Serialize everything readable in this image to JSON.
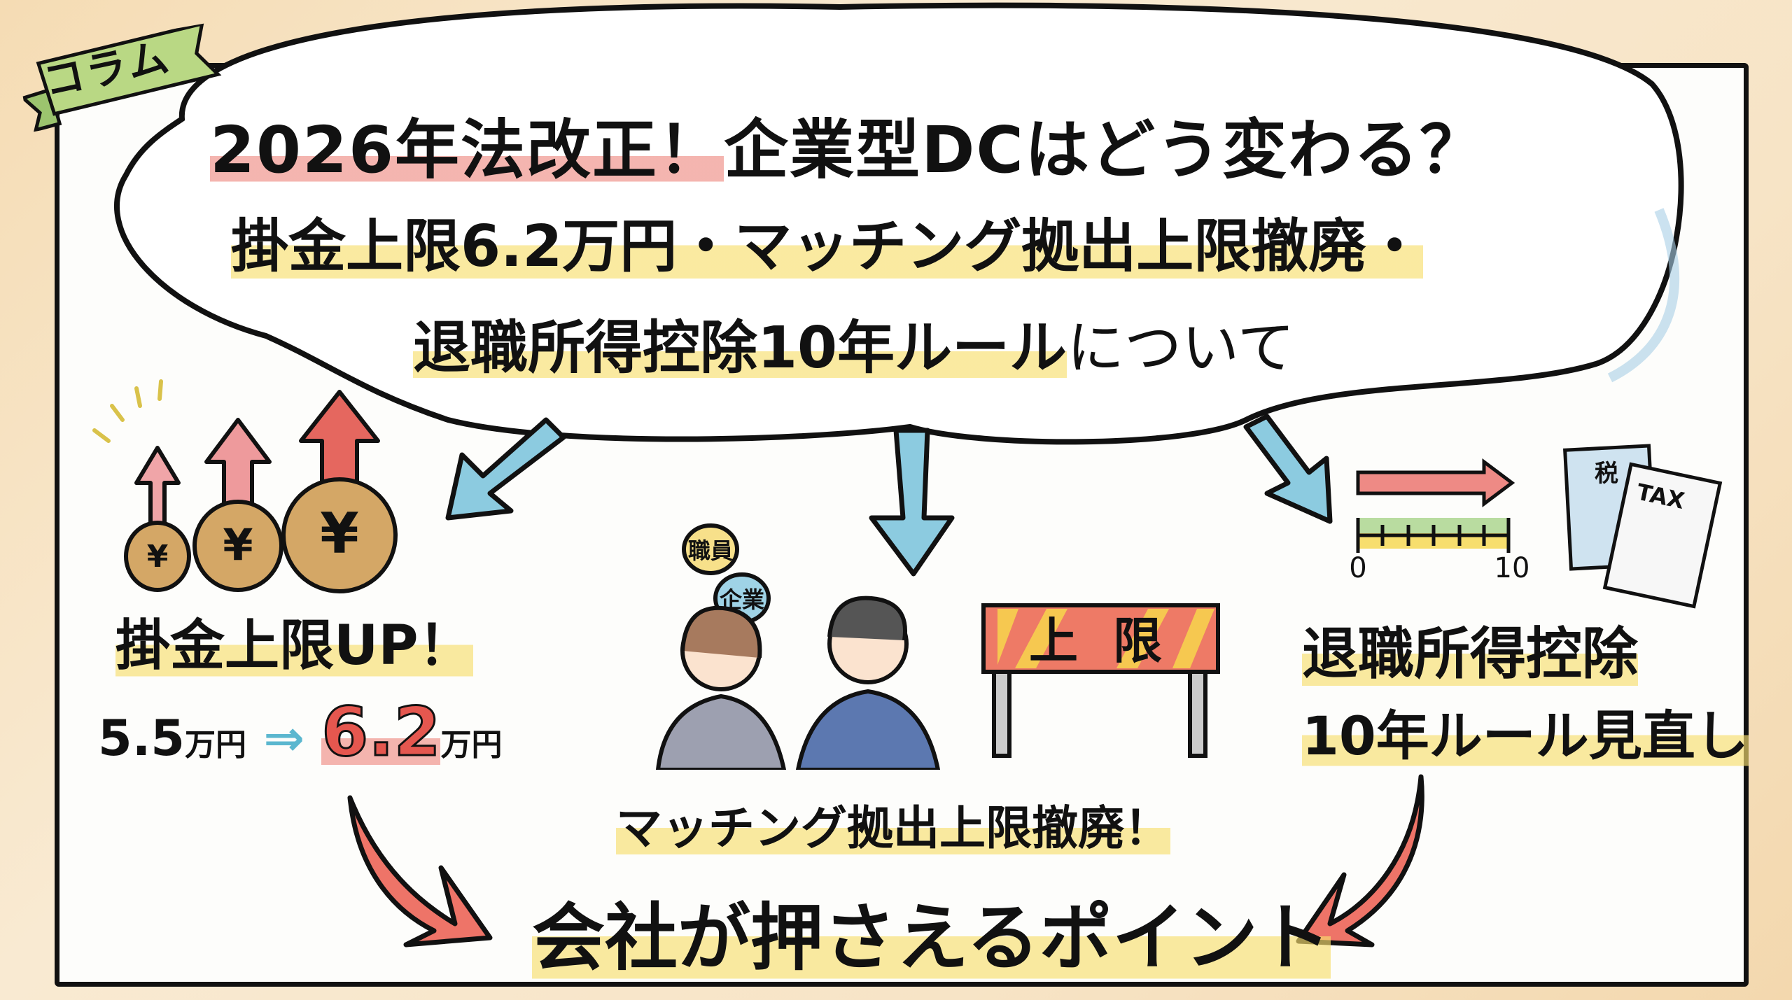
{
  "ribbon": {
    "label": "コラム"
  },
  "header": {
    "title_highlight": "2026年法改正！",
    "title_rest": "企業型DCはどう変わる？",
    "subtitle_line1": "掛金上限6.2万円・マッチング拠出上限撤廃・",
    "subtitle_line2_highlight": "退職所得控除10年ルール",
    "subtitle_line2_rest": "について"
  },
  "left_section": {
    "heading": "掛金上限UP！",
    "from_value": "5.5",
    "from_unit": "万円",
    "arrow": "⇒",
    "to_value": "6.2",
    "to_unit": "万円",
    "bag_symbol": "¥"
  },
  "center_section": {
    "bubble_1": "職員",
    "bubble_2": "企業",
    "barrier_left": "上",
    "barrier_right": "限",
    "heading": "マッチング拠出上限撤廃！"
  },
  "right_section": {
    "timeline_start": "0",
    "timeline_end": "10",
    "doc_1_label": "税",
    "doc_2_label": "TAX",
    "heading_line1": "退職所得控除",
    "heading_line2": "10年ルール見直し"
  },
  "footer": {
    "heading": "会社が押さえるポイント"
  },
  "colors": {
    "accent_red": "#e5574f",
    "highlight_yellow": "#f7de6e",
    "ribbon_green": "#b9d884",
    "arrow_blue": "#8ccbe0"
  }
}
